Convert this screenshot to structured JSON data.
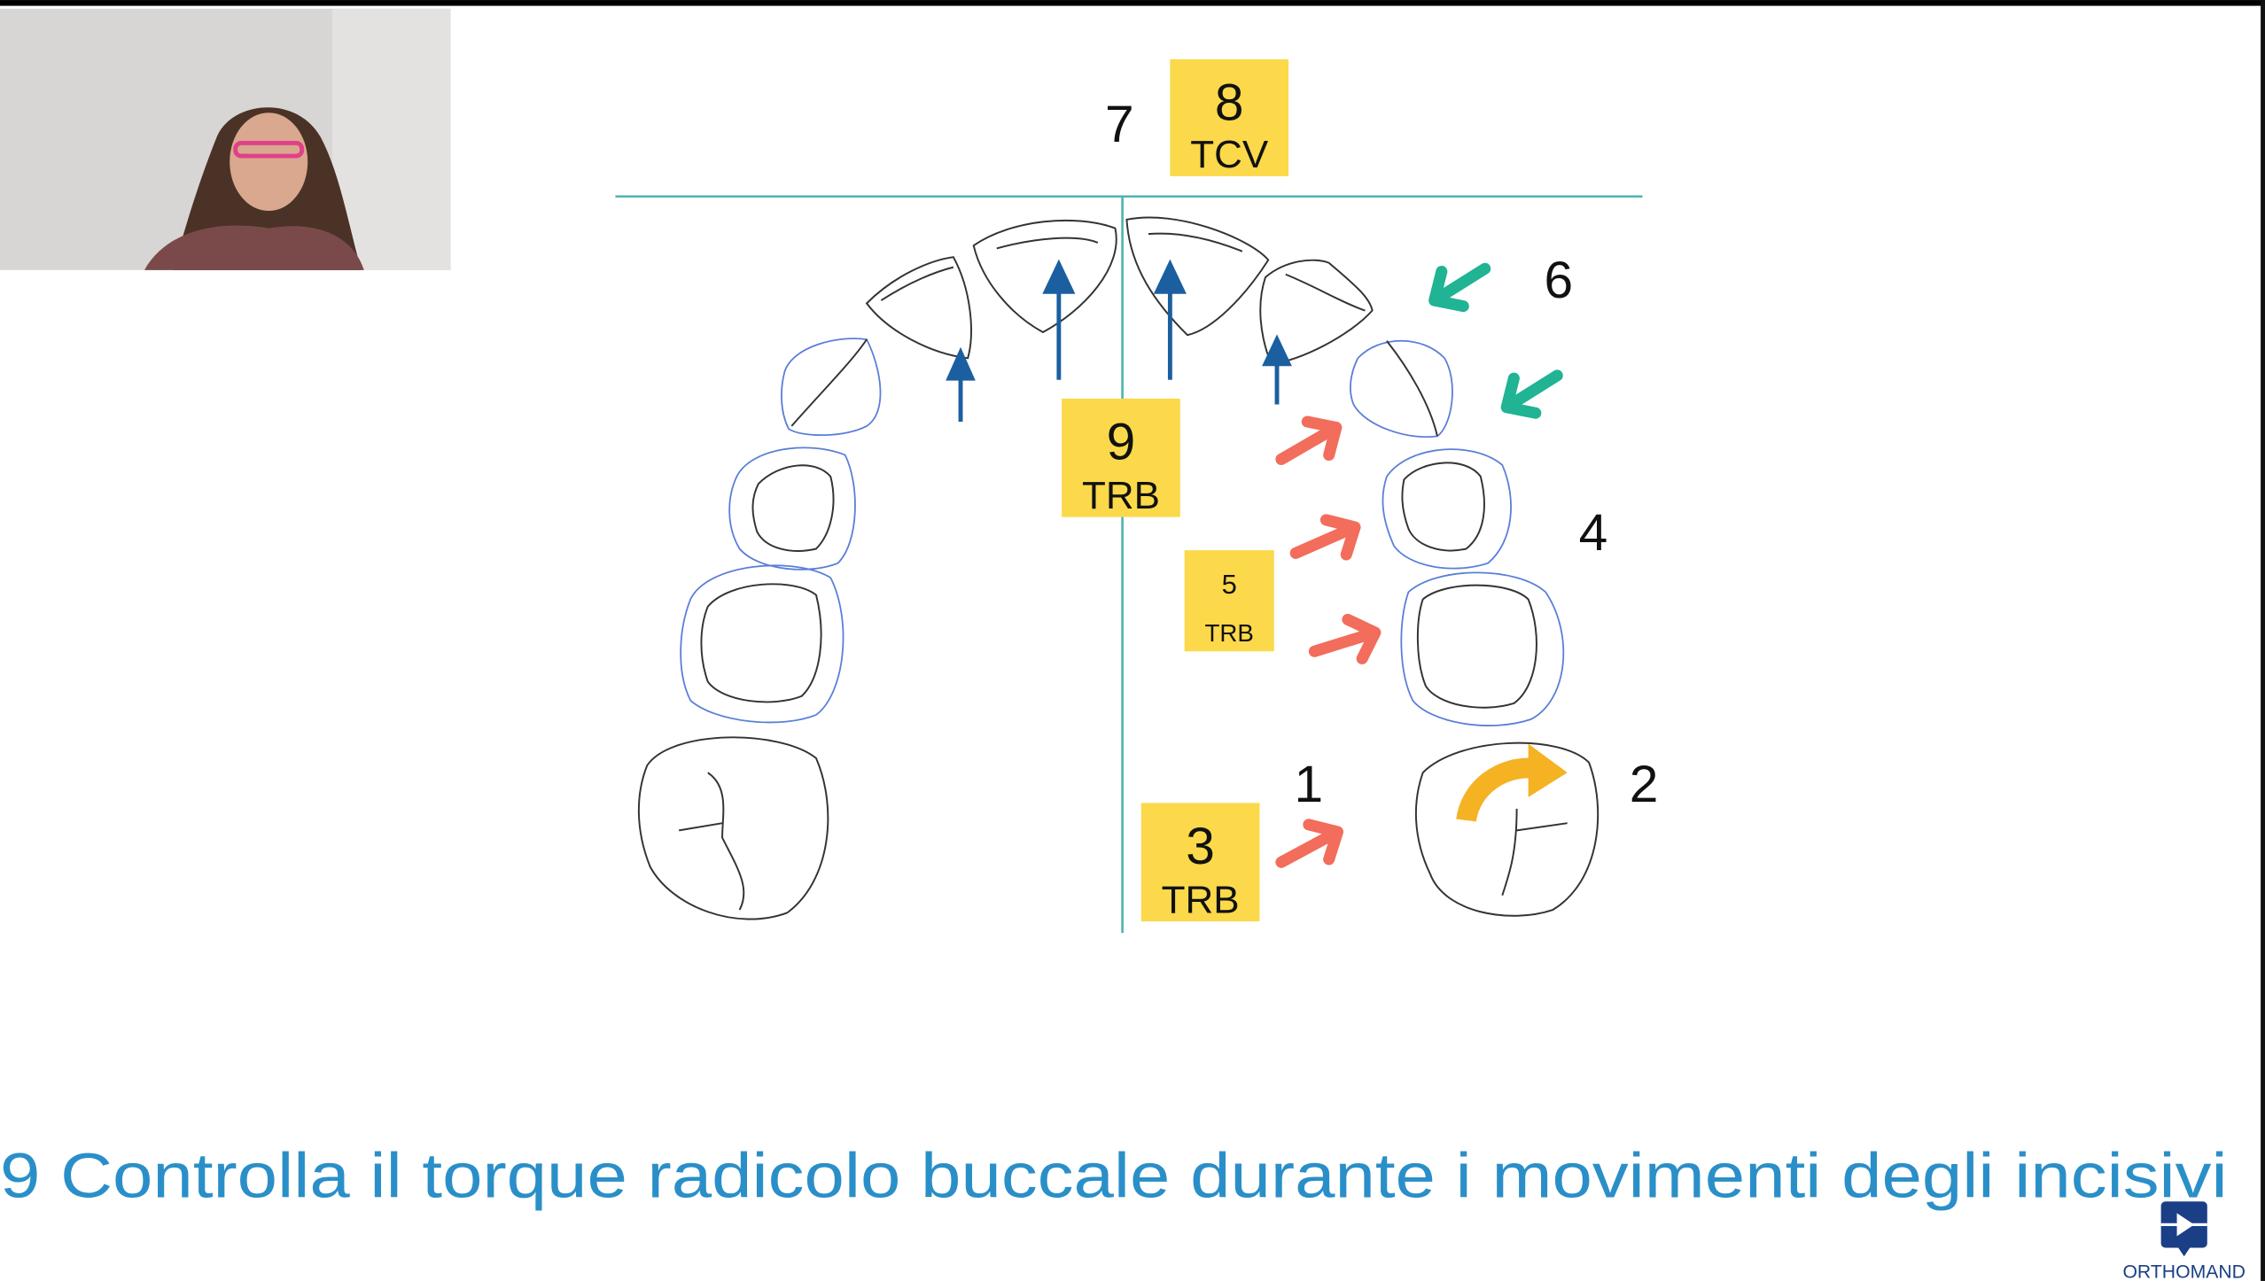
{
  "slide": {
    "labels": {
      "n7": "7",
      "n6": "6",
      "n4": "4",
      "n1": "1",
      "n2": "2"
    },
    "boxes": [
      {
        "num": "8",
        "code": "TCV"
      },
      {
        "num": "9",
        "code": "TRB"
      },
      {
        "num": "5",
        "code": "TRB"
      },
      {
        "num": "3",
        "code": "TRB"
      }
    ],
    "caption": "9 Controlla il torque radicolo buccale durante i movimenti degli incisivi",
    "brand": "ORTHOMAND"
  },
  "colors": {
    "caption": "#2a8fc8",
    "box": "#fbd94a",
    "green_arrow": "#20b394",
    "red_arrow": "#f26d5b",
    "blue_arrow": "#1c5fa0",
    "orange_arrow": "#f5b223",
    "axis": "#4fb3b0",
    "brand": "#1a3f86"
  }
}
